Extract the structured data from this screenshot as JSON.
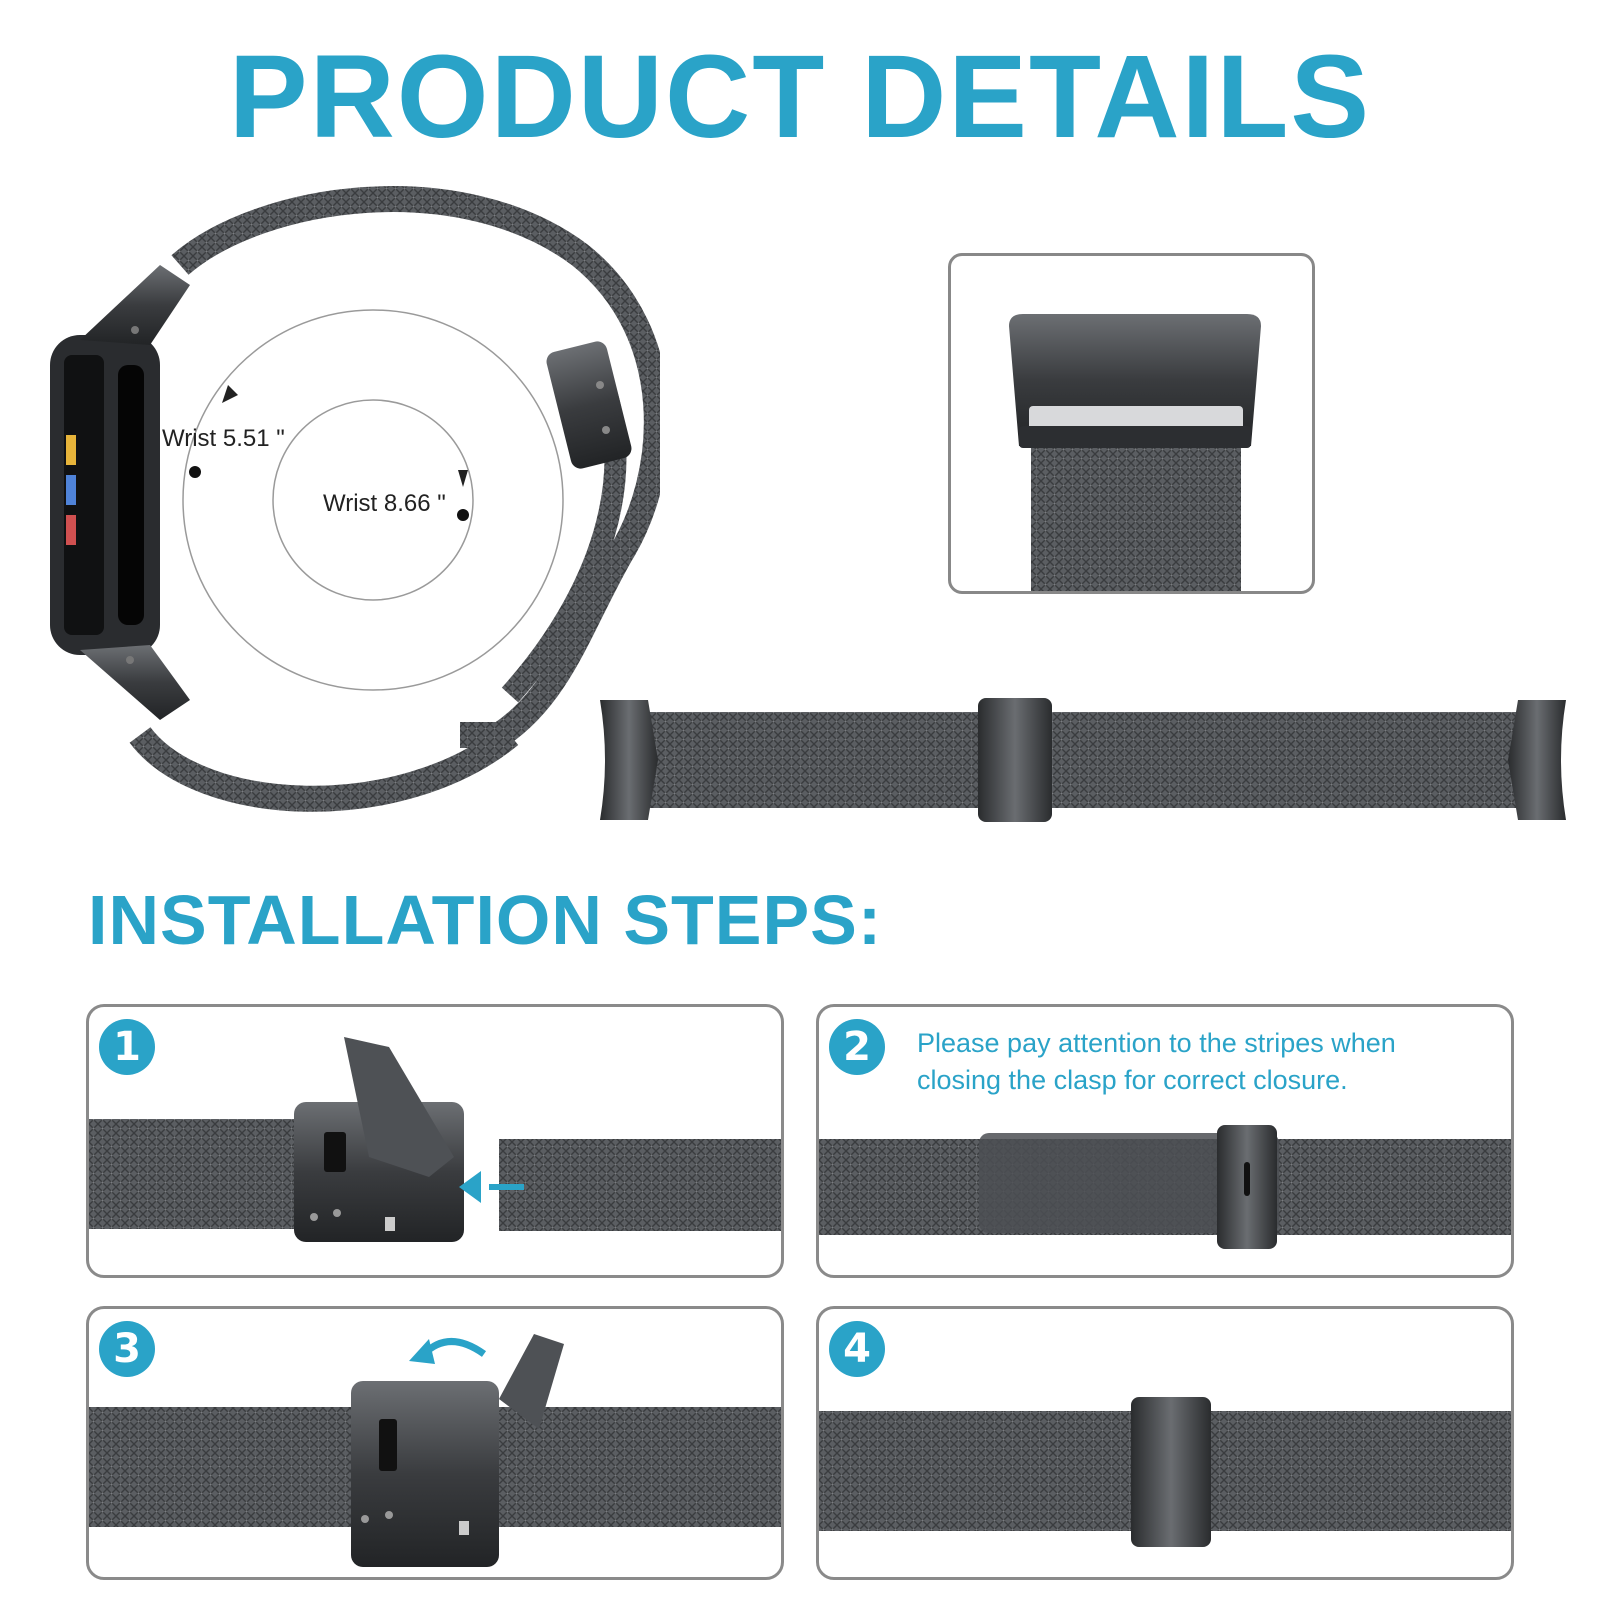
{
  "colors": {
    "accent": "#2aa3c8",
    "metal": "#55585c",
    "metal_dark": "#2c2e31",
    "border": "#8a8a8a"
  },
  "header": {
    "title": "PRODUCT DETAILS"
  },
  "sizing": {
    "min_label": "Wrist 5.51 \"",
    "max_label": "Wrist 8.66 \""
  },
  "installation": {
    "title": "INSTALLATION STEPS:",
    "steps": [
      {
        "number": "1",
        "note": ""
      },
      {
        "number": "2",
        "note": "Please pay attention to the stripes when closing the clasp for correct closure."
      },
      {
        "number": "3",
        "note": ""
      },
      {
        "number": "4",
        "note": ""
      }
    ]
  },
  "icons": {
    "watch": "watch-with-mesh-band",
    "connector": "band-connector-closeup",
    "flat_band": "flat-mesh-band",
    "insert_arrow": "arrow-left-icon",
    "fold_arrow": "curved-arrow-icon"
  }
}
